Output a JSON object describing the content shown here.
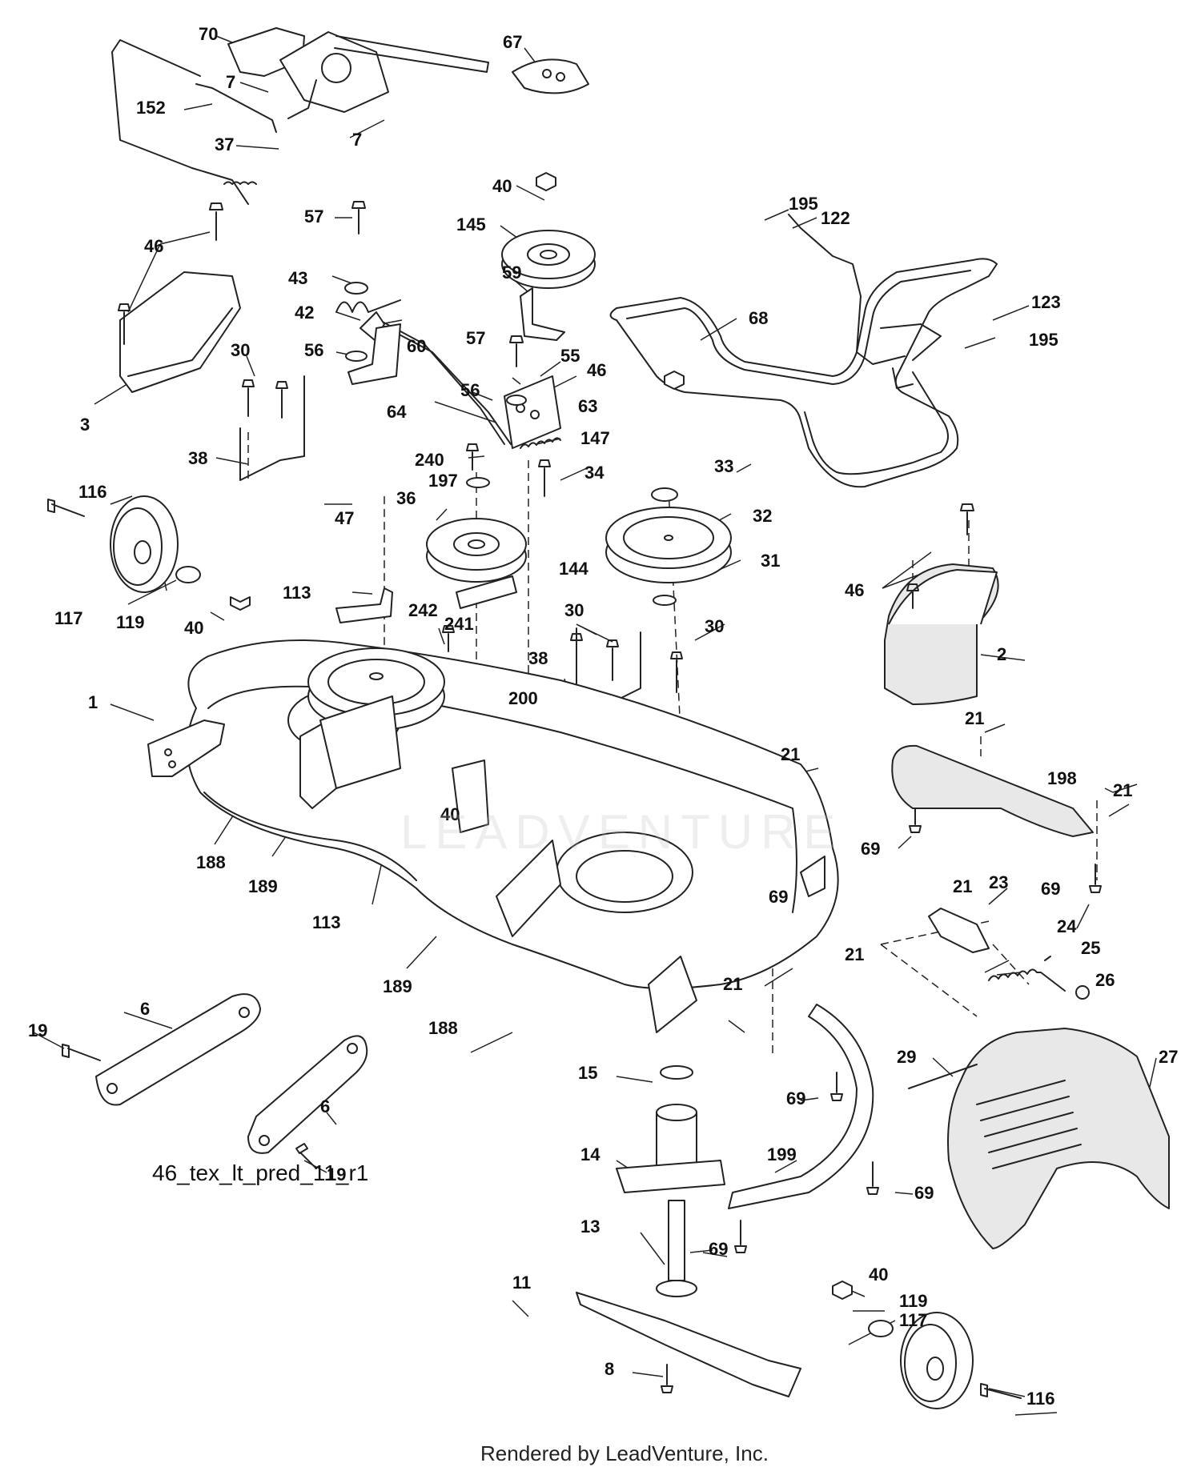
{
  "diagram_id": "46_tex_lt_pred_11_r1",
  "credit": "Rendered by LeadVenture, Inc.",
  "watermark": "LEADVENTURE",
  "callouts": [
    {
      "text": "70"
    },
    {
      "text": "67"
    },
    {
      "text": "7"
    },
    {
      "text": "152"
    },
    {
      "text": "37"
    },
    {
      "text": "7"
    },
    {
      "text": "40"
    },
    {
      "text": "195"
    },
    {
      "text": "122"
    },
    {
      "text": "145"
    },
    {
      "text": "46"
    },
    {
      "text": "57"
    },
    {
      "text": "59"
    },
    {
      "text": "43"
    },
    {
      "text": "42"
    },
    {
      "text": "60"
    },
    {
      "text": "68"
    },
    {
      "text": "123"
    },
    {
      "text": "195"
    },
    {
      "text": "30"
    },
    {
      "text": "56"
    },
    {
      "text": "57"
    },
    {
      "text": "55"
    },
    {
      "text": "3"
    },
    {
      "text": "64"
    },
    {
      "text": "56"
    },
    {
      "text": "46"
    },
    {
      "text": "63"
    },
    {
      "text": "38"
    },
    {
      "text": "240"
    },
    {
      "text": "147"
    },
    {
      "text": "33"
    },
    {
      "text": "116"
    },
    {
      "text": "197"
    },
    {
      "text": "34"
    },
    {
      "text": "36"
    },
    {
      "text": "32"
    },
    {
      "text": "47"
    },
    {
      "text": "144"
    },
    {
      "text": "31"
    },
    {
      "text": "117"
    },
    {
      "text": "119"
    },
    {
      "text": "40"
    },
    {
      "text": "113"
    },
    {
      "text": "46"
    },
    {
      "text": "242"
    },
    {
      "text": "30"
    },
    {
      "text": "241"
    },
    {
      "text": "30"
    },
    {
      "text": "2"
    },
    {
      "text": "38"
    },
    {
      "text": "200"
    },
    {
      "text": "1"
    },
    {
      "text": "21"
    },
    {
      "text": "21"
    },
    {
      "text": "198"
    },
    {
      "text": "21"
    },
    {
      "text": "40"
    },
    {
      "text": "69"
    },
    {
      "text": "188"
    },
    {
      "text": "189"
    },
    {
      "text": "21"
    },
    {
      "text": "23"
    },
    {
      "text": "69"
    },
    {
      "text": "69"
    },
    {
      "text": "113"
    },
    {
      "text": "24"
    },
    {
      "text": "25"
    },
    {
      "text": "21"
    },
    {
      "text": "189"
    },
    {
      "text": "21"
    },
    {
      "text": "26"
    },
    {
      "text": "6"
    },
    {
      "text": "19"
    },
    {
      "text": "188"
    },
    {
      "text": "29"
    },
    {
      "text": "27"
    },
    {
      "text": "15"
    },
    {
      "text": "69"
    },
    {
      "text": "6"
    },
    {
      "text": "14"
    },
    {
      "text": "199"
    },
    {
      "text": "19"
    },
    {
      "text": "69"
    },
    {
      "text": "13"
    },
    {
      "text": "69"
    },
    {
      "text": "40"
    },
    {
      "text": "11"
    },
    {
      "text": "119"
    },
    {
      "text": "117"
    },
    {
      "text": "8"
    },
    {
      "text": "116"
    }
  ]
}
